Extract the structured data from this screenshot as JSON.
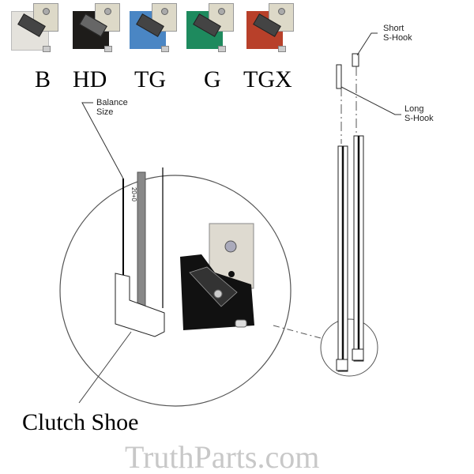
{
  "shoe_variants": [
    {
      "code": "B",
      "color": "#e4e2dc"
    },
    {
      "code": "HD",
      "color": "#1e1c1a"
    },
    {
      "code": "TG",
      "color": "#4a86c4"
    },
    {
      "code": "G",
      "color": "#1e8a5e"
    },
    {
      "code": "TGX",
      "color": "#b8402a"
    }
  ],
  "callouts": {
    "balance_size": [
      "Balance",
      "Size"
    ],
    "short_s_hook": [
      "Short",
      "S-Hook"
    ],
    "long_s_hook": [
      "Long",
      "S-Hook"
    ]
  },
  "clutch_shoe_label": "Clutch Shoe",
  "balance_mark": "20+0",
  "watermark": "TruthParts.com"
}
